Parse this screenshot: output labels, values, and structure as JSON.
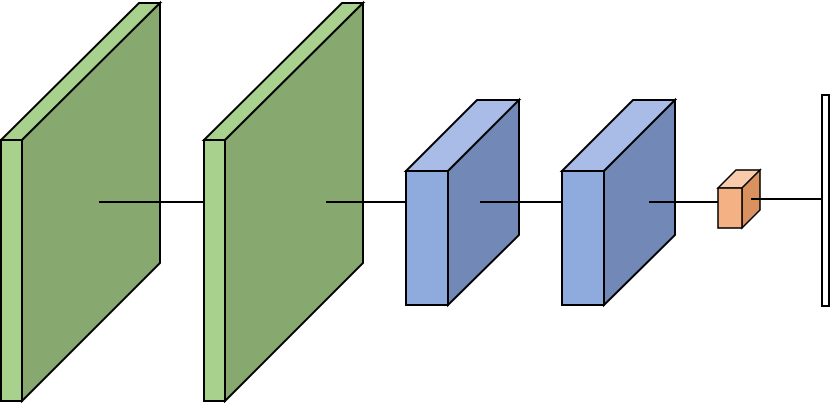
{
  "diagram": {
    "type": "neural-network-architecture",
    "layers": [
      {
        "id": "conv-1",
        "kind": "feature-map",
        "color": "#87A96F",
        "side_color": "#A9D18E"
      },
      {
        "id": "conv-2",
        "kind": "feature-map",
        "color": "#87A96F",
        "side_color": "#A9D18E"
      },
      {
        "id": "block-1",
        "kind": "volume",
        "front_color": "#8FAADC",
        "side_color": "#7289B7",
        "top_color": "#A9BCE8"
      },
      {
        "id": "block-2",
        "kind": "volume",
        "front_color": "#8FAADC",
        "side_color": "#7289B7",
        "top_color": "#A9BCE8"
      },
      {
        "id": "small-block",
        "kind": "volume",
        "front_color": "#F4B183",
        "side_color": "#D9915F",
        "top_color": "#F8CBAD"
      },
      {
        "id": "output",
        "kind": "vector",
        "color": "#FFFFFF"
      }
    ],
    "connections": [
      {
        "from": "conv-1",
        "to": "conv-2"
      },
      {
        "from": "conv-2",
        "to": "block-1"
      },
      {
        "from": "block-1",
        "to": "block-2"
      },
      {
        "from": "block-2",
        "to": "small-block"
      },
      {
        "from": "small-block",
        "to": "output"
      }
    ],
    "stroke_color": "#000000"
  }
}
